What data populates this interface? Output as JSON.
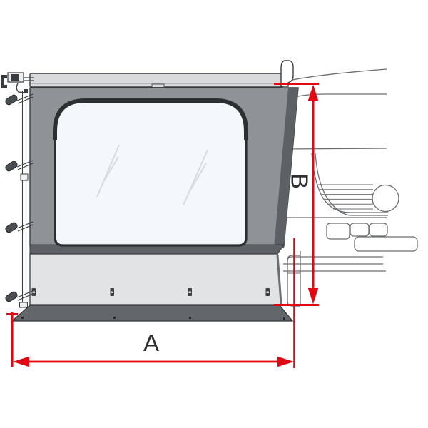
{
  "diagram": {
    "type": "product-dimension-diagram",
    "subject": "Awning side-wall panel with large window, shown installed beside a schematic camper-van outline",
    "dimension_labels": {
      "horizontal": "A",
      "vertical": "B"
    },
    "colors": {
      "dimension_red": "#e30613",
      "label_dark": "#2d2f31",
      "panel_gray": "#8f9398",
      "panel_dark_gray": "#5d6065",
      "base_flap_gray": "#63666b",
      "skirt_light_gray": "#e2e3e5",
      "cassette_gray": "#d8dadc",
      "window_glass": "#f4f7fb",
      "window_reflection": "#d6dbe2",
      "outline_dark": "#393c40",
      "vehicle_line_gray": "#6b6e71",
      "background": "#ffffff"
    }
  }
}
